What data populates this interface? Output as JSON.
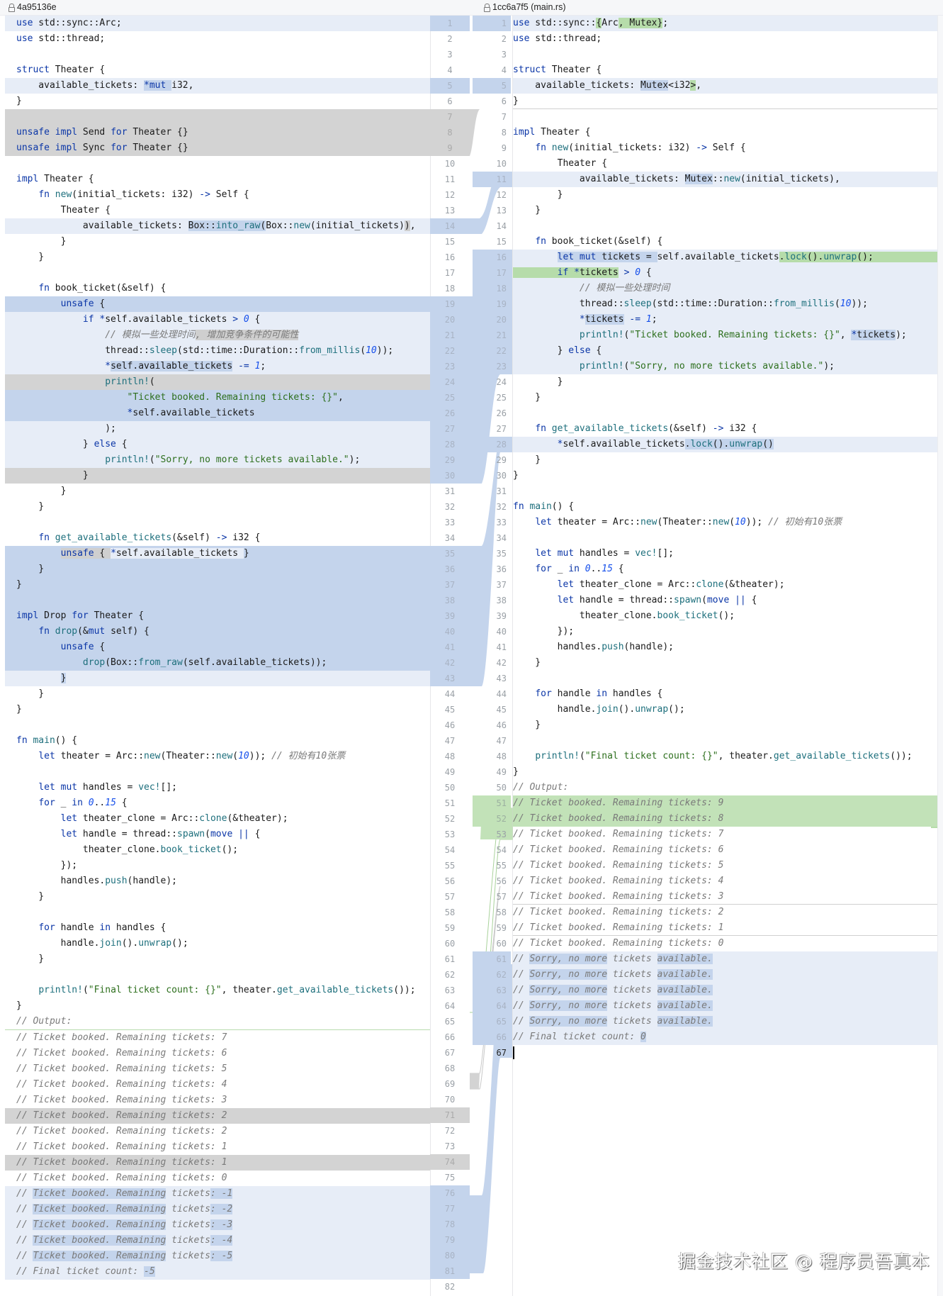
{
  "header": {
    "left_revision": "4a95136e",
    "right_revision": "1cc6a7f5 (main.rs)",
    "lock_icon": "lock-icon"
  },
  "left_file": {
    "line_count": 82,
    "lines": [
      "use std::sync::Arc;",
      "use std::thread;",
      "",
      "struct Theater {",
      "    available_tickets: *mut i32,",
      "}",
      "",
      "unsafe impl Send for Theater {}",
      "unsafe impl Sync for Theater {}",
      "",
      "impl Theater {",
      "    fn new(initial_tickets: i32) -> Self {",
      "        Theater {",
      "            available_tickets: Box::into_raw(Box::new(initial_tickets)),",
      "        }",
      "    }",
      "",
      "    fn book_ticket(&self) {",
      "        unsafe {",
      "            if *self.available_tickets > 0 {",
      "                // 模拟一些处理时间, 增加竞争条件的可能性",
      "                thread::sleep(std::time::Duration::from_millis(10));",
      "                *self.available_tickets -= 1;",
      "                println!(",
      "                    \"Ticket booked. Remaining tickets: {}\",",
      "                    *self.available_tickets",
      "                );",
      "            } else {",
      "                println!(\"Sorry, no more tickets available.\");",
      "            }",
      "        }",
      "    }",
      "",
      "    fn get_available_tickets(&self) -> i32 {",
      "        unsafe { *self.available_tickets }",
      "    }",
      "}",
      "",
      "impl Drop for Theater {",
      "    fn drop(&mut self) {",
      "        unsafe {",
      "            drop(Box::from_raw(self.available_tickets));",
      "        }",
      "    }",
      "}",
      "",
      "fn main() {",
      "    let theater = Arc::new(Theater::new(10)); // 初始有10张票",
      "",
      "    let mut handles = vec![];",
      "    for _ in 0..15 {",
      "        let theater_clone = Arc::clone(&theater);",
      "        let handle = thread::spawn(move || {",
      "            theater_clone.book_ticket();",
      "        });",
      "        handles.push(handle);",
      "    }",
      "",
      "    for handle in handles {",
      "        handle.join().unwrap();",
      "    }",
      "",
      "    println!(\"Final ticket count: {}\", theater.get_available_tickets());",
      "}",
      "// Output:",
      "// Ticket booked. Remaining tickets: 7",
      "// Ticket booked. Remaining tickets: 6",
      "// Ticket booked. Remaining tickets: 5",
      "// Ticket booked. Remaining tickets: 4",
      "// Ticket booked. Remaining tickets: 3",
      "// Ticket booked. Remaining tickets: 2",
      "// Ticket booked. Remaining tickets: 2",
      "// Ticket booked. Remaining tickets: 1",
      "// Ticket booked. Remaining tickets: 1",
      "// Ticket booked. Remaining tickets: 0",
      "// Ticket booked. Remaining tickets: -1",
      "// Ticket booked. Remaining tickets: -2",
      "// Ticket booked. Remaining tickets: -3",
      "// Ticket booked. Remaining tickets: -4",
      "// Ticket booked. Remaining tickets: -5",
      "// Final ticket count: -5",
      ""
    ]
  },
  "right_file": {
    "line_count": 67,
    "lines": [
      "use std::sync::{Arc, Mutex};",
      "use std::thread;",
      "",
      "struct Theater {",
      "    available_tickets: Mutex<i32>,",
      "}",
      "",
      "impl Theater {",
      "    fn new(initial_tickets: i32) -> Self {",
      "        Theater {",
      "            available_tickets: Mutex::new(initial_tickets),",
      "        }",
      "    }",
      "",
      "    fn book_ticket(&self) {",
      "        let mut tickets = self.available_tickets.lock().unwrap();",
      "        if *tickets > 0 {",
      "            // 模拟一些处理时间",
      "            thread::sleep(std::time::Duration::from_millis(10));",
      "            *tickets -= 1;",
      "            println!(\"Ticket booked. Remaining tickets: {}\", *tickets);",
      "        } else {",
      "            println!(\"Sorry, no more tickets available.\");",
      "        }",
      "    }",
      "",
      "    fn get_available_tickets(&self) -> i32 {",
      "        *self.available_tickets.lock().unwrap()",
      "    }",
      "}",
      "",
      "fn main() {",
      "    let theater = Arc::new(Theater::new(10)); // 初始有10张票",
      "",
      "    let mut handles = vec![];",
      "    for _ in 0..15 {",
      "        let theater_clone = Arc::clone(&theater);",
      "        let handle = thread::spawn(move || {",
      "            theater_clone.book_ticket();",
      "        });",
      "        handles.push(handle);",
      "    }",
      "",
      "    for handle in handles {",
      "        handle.join().unwrap();",
      "    }",
      "",
      "    println!(\"Final ticket count: {}\", theater.get_available_tickets());",
      "}",
      "// Output:",
      "// Ticket booked. Remaining tickets: 9",
      "// Ticket booked. Remaining tickets: 8",
      "// Ticket booked. Remaining tickets: 7",
      "// Ticket booked. Remaining tickets: 6",
      "// Ticket booked. Remaining tickets: 5",
      "// Ticket booked. Remaining tickets: 4",
      "// Ticket booked. Remaining tickets: 3",
      "// Ticket booked. Remaining tickets: 2",
      "// Ticket booked. Remaining tickets: 1",
      "// Ticket booked. Remaining tickets: 0",
      "// Sorry, no more tickets available.",
      "// Sorry, no more tickets available.",
      "// Sorry, no more tickets available.",
      "// Sorry, no more tickets available.",
      "// Sorry, no more tickets available.",
      "// Final ticket count: 0",
      ""
    ]
  },
  "diff": {
    "left_modified_lines": [
      1,
      5,
      14,
      19,
      20,
      21,
      22,
      23,
      24,
      25,
      26,
      27,
      28,
      29,
      30,
      35,
      36,
      37,
      38,
      39,
      40,
      41,
      42,
      43,
      76,
      77,
      78,
      79,
      80,
      81
    ],
    "left_deleted_lines": [
      7,
      8,
      9,
      71,
      74
    ],
    "right_modified_lines": [
      1,
      5,
      11,
      16,
      17,
      18,
      19,
      20,
      21,
      22,
      23,
      28,
      61,
      62,
      63,
      64,
      65,
      66
    ],
    "right_added_lines": [
      51,
      52
    ],
    "colors": {
      "modified": "#c4d4ec",
      "modified_light": "#e7edf7",
      "deleted": "#d3d3d3",
      "added": "#c2e2b8"
    }
  },
  "watermark": "掘金技术社区 @ 程序员吾真本"
}
